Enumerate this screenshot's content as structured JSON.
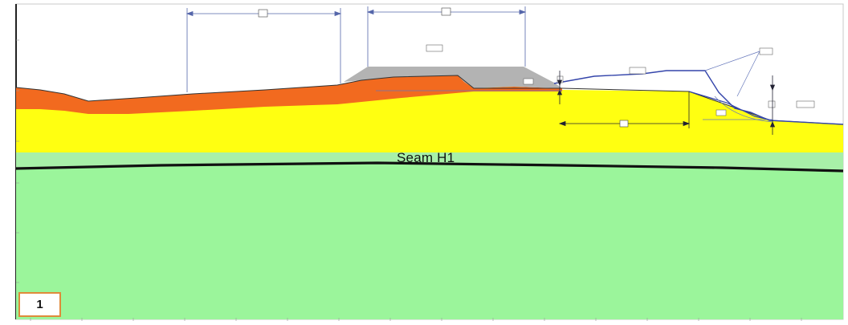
{
  "figure": {
    "seam_label": "Seam H1",
    "panel_number": "1"
  },
  "colors": {
    "top_soil_orange": "#f26a1f",
    "overburden_yellow": "#ffff11",
    "mid_green": "#a8f0a8",
    "lower_green": "#9bf59b",
    "dump_gray": "#b3b3b3",
    "profile_line_blue": "#3344aa",
    "seam_black": "#111111",
    "badge_border": "#e08a3a"
  },
  "layers": [
    {
      "id": "topsoil",
      "color_key": "top_soil_orange"
    },
    {
      "id": "overburden",
      "color_key": "overburden_yellow"
    },
    {
      "id": "interburden",
      "color_key": "mid_green"
    },
    {
      "id": "seam",
      "color_key": "seam_black"
    },
    {
      "id": "underburden",
      "color_key": "lower_green"
    }
  ]
}
